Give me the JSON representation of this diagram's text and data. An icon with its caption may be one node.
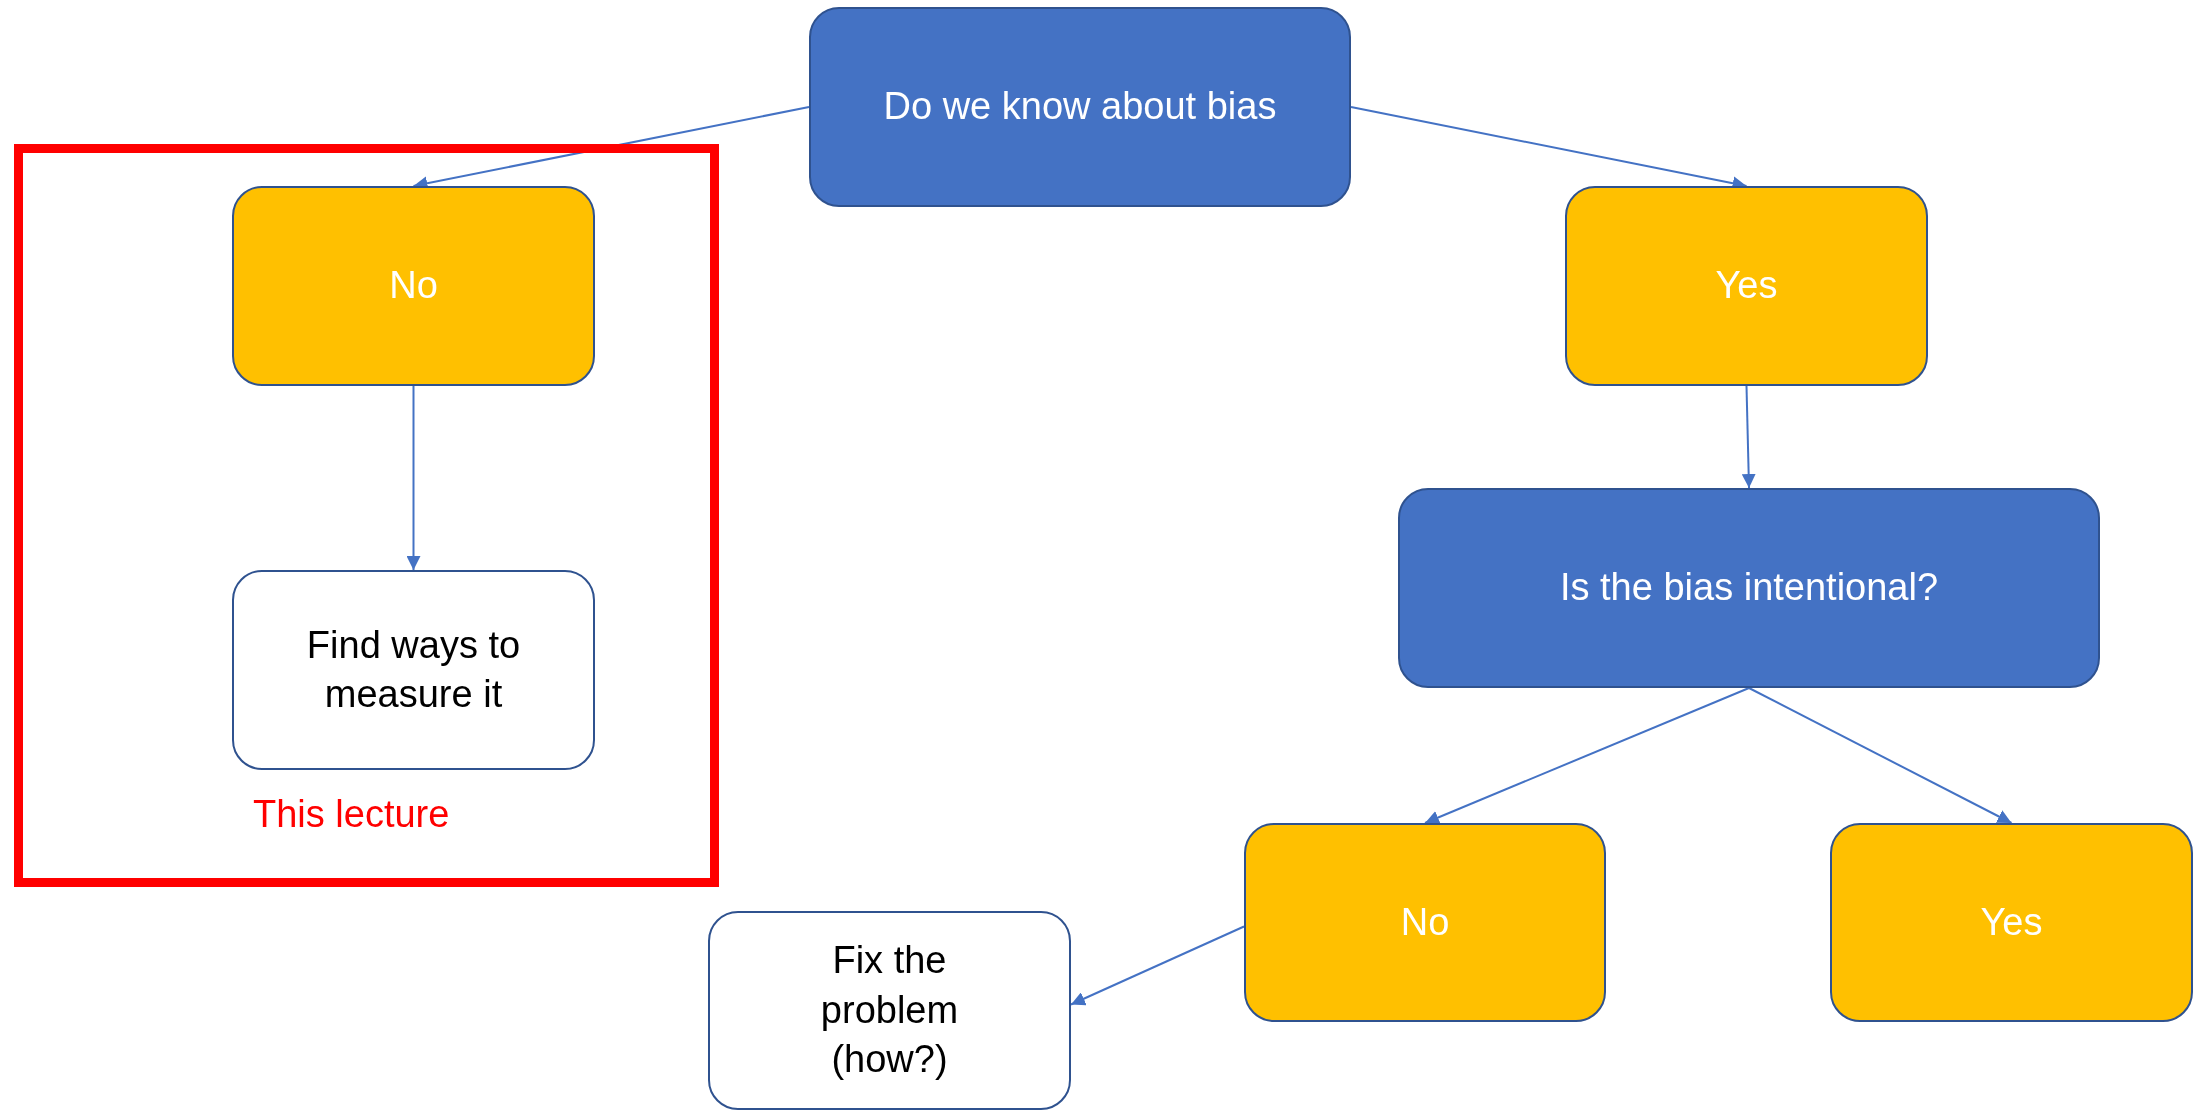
{
  "diagram": {
    "nodes": [
      {
        "text": [
          "Do we know about bias"
        ]
      },
      {
        "text": [
          "This lecture"
        ]
      },
      {
        "text": [
          "No"
        ],
        "in": 1
      },
      {
        "text": [
          "Yes"
        ]
      },
      {
        "text": [
          "Find ways to measure it"
        ],
        "in": 1
      },
      {
        "text": [
          "Is the bias intentional?"
        ]
      },
      {
        "text": [
          "No"
        ]
      },
      {
        "text": [
          "Yes"
        ]
      },
      {
        "text": [
          "Fix the problem (how?)"
        ]
      }
    ],
    "edges": [
      {
        "from": 0,
        "to": 2,
        "arrow": "to"
      },
      {
        "from": 0,
        "to": 3,
        "arrow": "to"
      },
      {
        "from": 2,
        "to": 4,
        "arrow": "to"
      },
      {
        "from": 3,
        "to": 5,
        "arrow": "to"
      },
      {
        "from": 5,
        "to": 6,
        "arrow": "to"
      },
      {
        "from": 5,
        "to": 7,
        "arrow": "to"
      },
      {
        "from": 6,
        "to": 8,
        "arrow": "to"
      }
    ]
  }
}
